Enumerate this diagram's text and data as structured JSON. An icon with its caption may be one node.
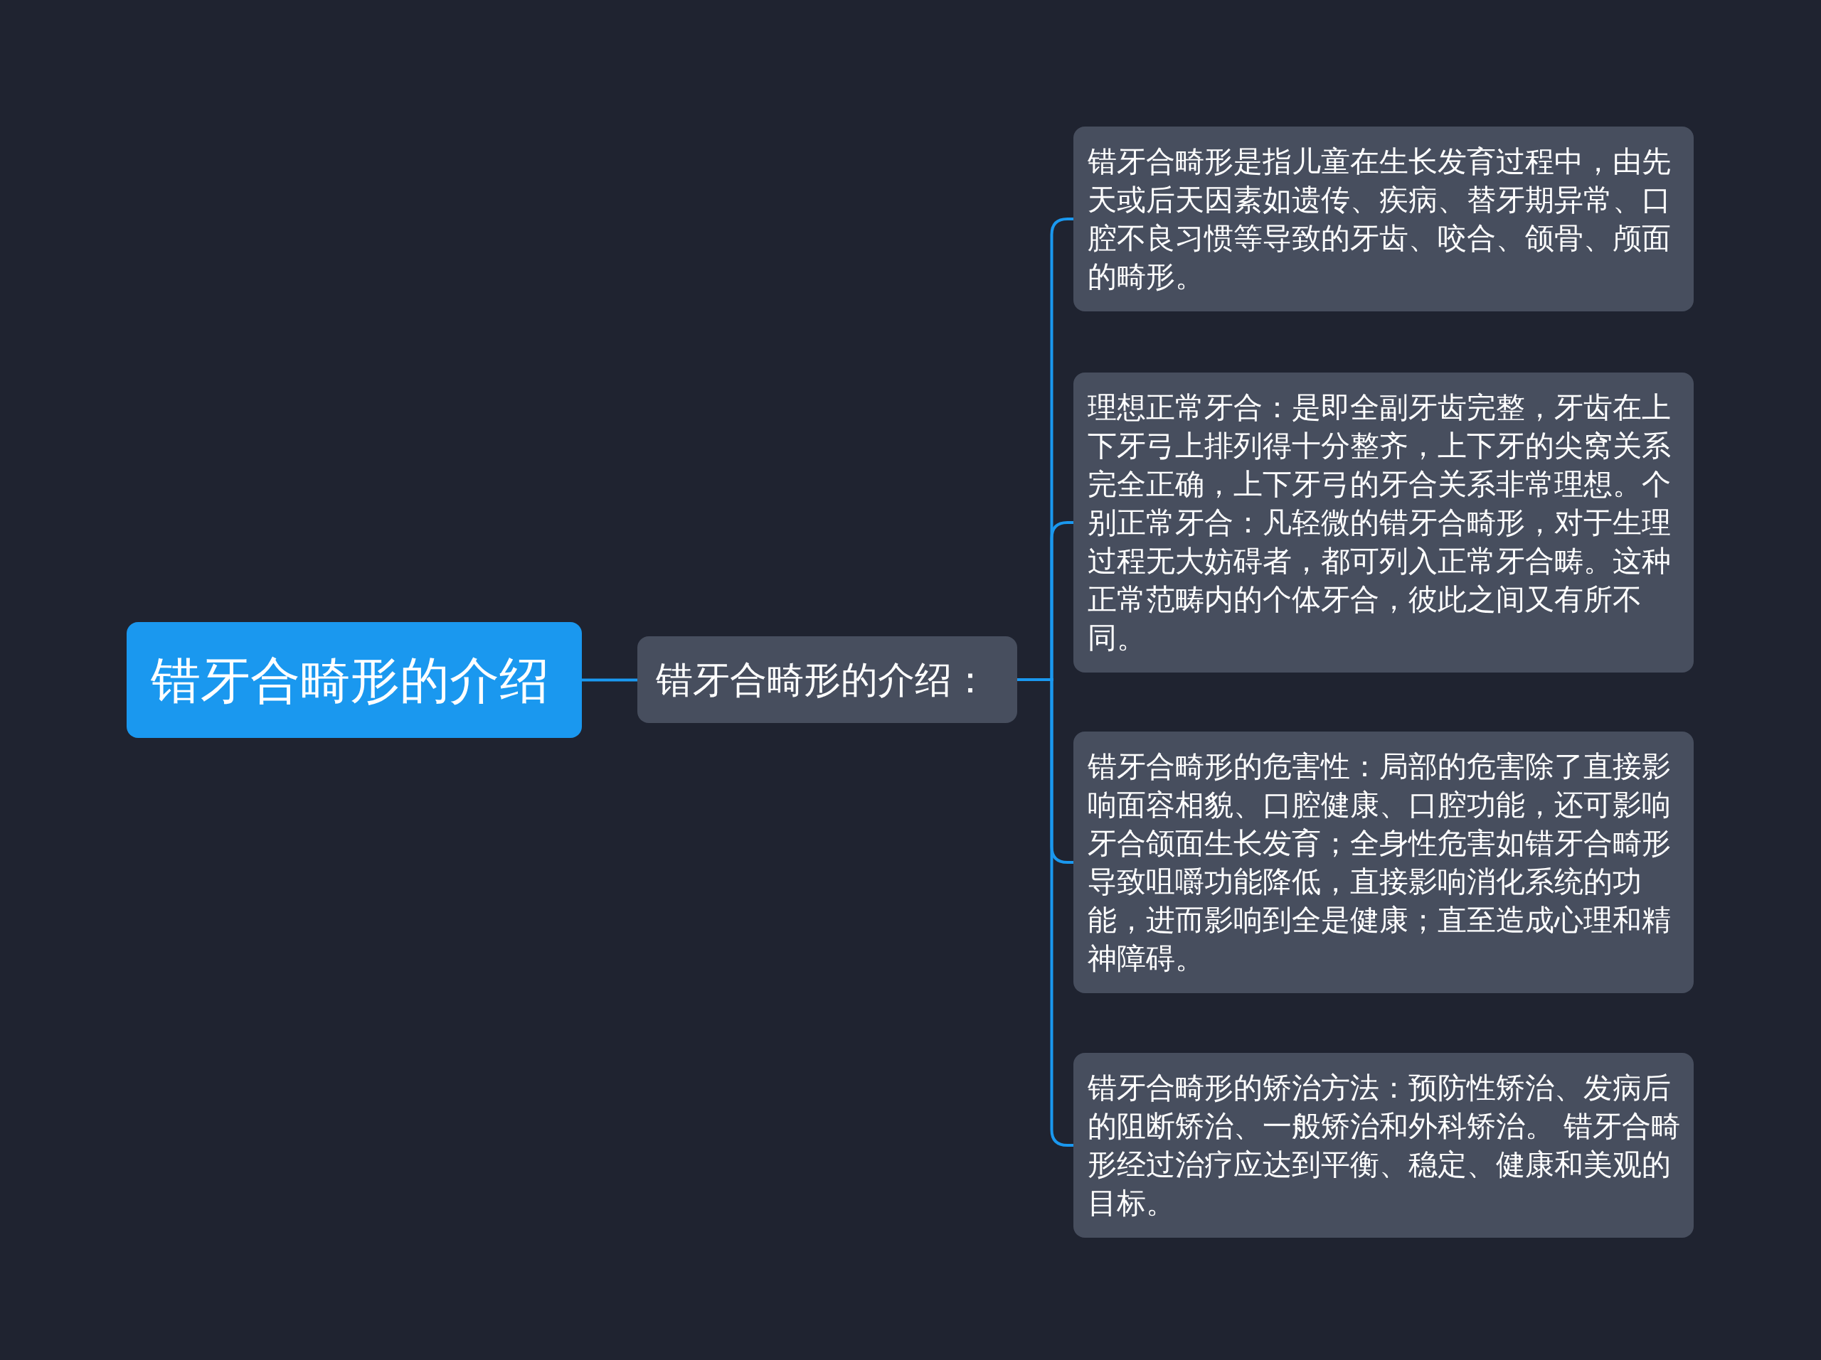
{
  "diagram": {
    "nodes": [
      {
        "text": [
          "错牙合畸形的介绍"
        ]
      },
      {
        "text": [
          "错牙合畸形的介绍："
        ]
      },
      {
        "text": [
          "错牙合畸形是指儿童在生长发育过程中，由先天或后天因素如遗传、疾病、替牙期异常、口腔不良习惯等导致的牙齿、咬合、颌骨、颅面的畸形。"
        ]
      },
      {
        "text": [
          "理想正常牙合：是即全副牙齿完整，牙齿在上下牙弓上排列得十分整齐，上下牙的尖窝关系完全正确，上下牙弓的牙合关系非常理想。个别正常牙合：凡轻微的错牙合畸形，对于生理过程无大妨碍者，都可列入正常牙合畴。这种正常范畴内的个体牙合，彼此之间又有所不同。"
        ]
      },
      {
        "text": [
          "错牙合畸形的危害性：局部的危害除了直接影响面容相貌、口腔健康、口腔功能，还可影响牙合颌面生长发育；全身性危害如错牙合畸形导致咀嚼功能降低，直接影响消化系统的功能，进而影响到全是健康；直至造成心理和精神障碍。"
        ]
      },
      {
        "text": [
          "错牙合畸形的矫治方法：预防性矫治、发病后的阻断矫治、一般矫治和外科矫治。 错牙合畸形经过治疗应达到平衡、稳定、健康和美观的目标。"
        ]
      }
    ],
    "edges": [
      {
        "from": 0,
        "to": 1,
        "arrow": "none"
      },
      {
        "from": 1,
        "to": 2,
        "arrow": "none"
      },
      {
        "from": 1,
        "to": 3,
        "arrow": "none"
      },
      {
        "from": 1,
        "to": 4,
        "arrow": "none"
      },
      {
        "from": 1,
        "to": 5,
        "arrow": "none"
      }
    ]
  }
}
